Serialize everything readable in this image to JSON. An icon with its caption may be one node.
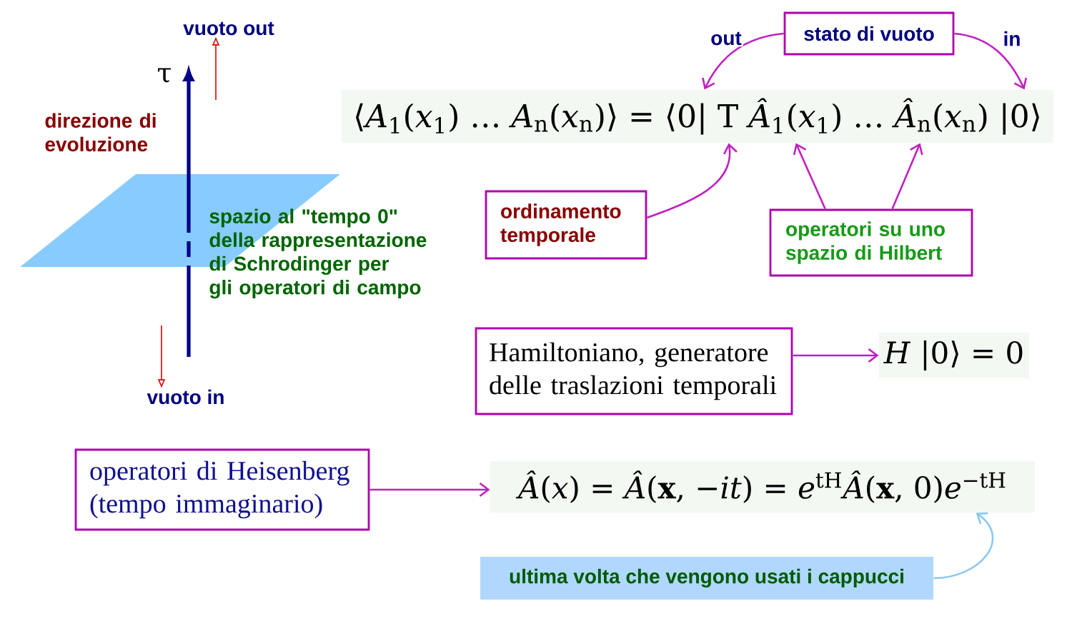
{
  "diagram": {
    "nodes": [
      {
        "text": [
          "vuoto out"
        ]
      },
      {
        "text": [
          "stato di vuoto"
        ]
      },
      {
        "text": [
          "⟨*A*$_{1}$(*x*$_{1}$) … *A*$_{n}$(*x*$_{n}$)⟩ = ⟨0| T *Â*$_{1}$(*x*$_{1}$) … *Â*$_{n}$(*x*$_{n}$) |0⟩"
        ]
      },
      {
        "text": [
          "ordinamento temporale"
        ]
      },
      {
        "text": [
          "operatori su uno spazio di Hilbert"
        ]
      },
      {
        "text": [
          "vuoto in"
        ]
      },
      {
        "text": [
          "Hamiltoniano, generatore delle traslazioni temporali"
        ]
      },
      {
        "text": [
          "*H* |0⟩ = 0"
        ]
      },
      {
        "text": [
          "operatori di Heisenberg (tempo immaginario)"
        ]
      },
      {
        "text": [
          "*Â*(*x*) = *Â*(**x**, −*it*) = *e*$^{tH}$*Â*(**x**, 0)*e*$^{−tH}$"
        ]
      },
      {
        "text": [
          "ultima volta che vengono usati i cappucci"
        ]
      }
    ],
    "edges": [
      {
        "from": null,
        "to": 0,
        "arrow": "to",
        "color": "#e00000"
      },
      {
        "from": null,
        "to": 5,
        "arrow": "to",
        "color": "#e00000"
      },
      {
        "from": 1,
        "to": 2,
        "arrow": "to",
        "label": "out"
      },
      {
        "from": 1,
        "to": 2,
        "arrow": "to",
        "label": "in"
      },
      {
        "from": 3,
        "to": 2,
        "arrow": "to"
      },
      {
        "from": 4,
        "to": 2,
        "arrow": "to"
      },
      {
        "from": 4,
        "to": 2,
        "arrow": "to"
      },
      {
        "from": 6,
        "to": 7,
        "arrow": "to"
      },
      {
        "from": 8,
        "to": 9,
        "arrow": "to"
      },
      {
        "from": 10,
        "to": 9,
        "arrow": "to",
        "color": "#8cc8f5"
      }
    ],
    "labels": [
      "τ",
      "direzione di evoluzione",
      "spazio al \"tempo 0\" della rappresentazione di Schrodinger per gli operatori di campo"
    ]
  }
}
